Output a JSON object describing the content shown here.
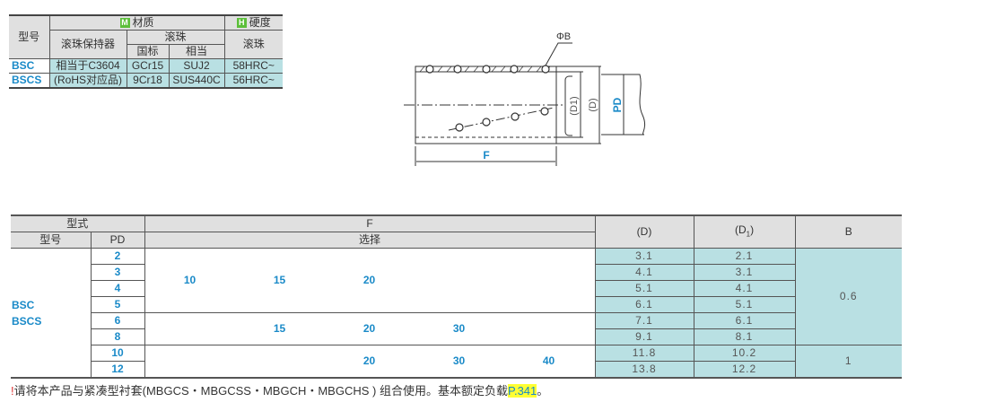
{
  "spec_table": {
    "h_model": "型号",
    "h_material": "材质",
    "material_tag": "M",
    "h_hardness": "硬度",
    "hardness_tag": "H",
    "h_retainer": "滚珠保持器",
    "h_ball": "滚珠",
    "h_gb": "国标",
    "h_equiv": "相当",
    "h_ball_hard": "滚珠",
    "rows": [
      {
        "model": "BSC",
        "retainer": "相当于C3604",
        "gb": "GCr15",
        "equiv": "SUJ2",
        "hardness": "58HRC~"
      },
      {
        "model": "BSCS",
        "retainer": "(RoHS对应品)",
        "gb": "9Cr18",
        "equiv": "SUS440C",
        "hardness": "56HRC~"
      }
    ],
    "colors": {
      "material_tag": "#5cbf3a",
      "hardness_tag": "#5cbf3a"
    }
  },
  "diagram": {
    "phi_b": "ΦB",
    "d1": "(D1)",
    "d": "(D)",
    "pd": "PD",
    "f": "F"
  },
  "main_table": {
    "h_type": "型式",
    "h_model": "型号",
    "h_pd": "PD",
    "h_f": "F",
    "h_select": "选择",
    "h_d": "(D)",
    "h_d1": "(D",
    "h_d1_sub": "1",
    "h_d1_close": ")",
    "h_b": "B",
    "models": [
      "BSC",
      "BSCS"
    ],
    "groups": [
      {
        "f_slots": [
          "10",
          "15",
          "20",
          "",
          ""
        ],
        "b": "0.6",
        "rows": [
          {
            "pd": "2",
            "d": "3.1",
            "d1": "2.1"
          },
          {
            "pd": "3",
            "d": "4.1",
            "d1": "3.1"
          },
          {
            "pd": "4",
            "d": "5.1",
            "d1": "4.1"
          },
          {
            "pd": "5",
            "d": "6.1",
            "d1": "5.1"
          }
        ]
      },
      {
        "f_slots": [
          "",
          "15",
          "20",
          "30",
          ""
        ],
        "rows": [
          {
            "pd": "6",
            "d": "7.1",
            "d1": "6.1"
          },
          {
            "pd": "8",
            "d": "9.1",
            "d1": "8.1"
          }
        ]
      },
      {
        "f_slots": [
          "",
          "",
          "20",
          "30",
          "40"
        ],
        "b": "1",
        "rows": [
          {
            "pd": "10",
            "d": "11.8",
            "d1": "10.2"
          },
          {
            "pd": "12",
            "d": "13.8",
            "d1": "12.2"
          }
        ]
      }
    ]
  },
  "note": {
    "icon": "!",
    "text": "请将本产品与紧凑型衬套(MBGCS・MBGCSS・MBGCH・MBGCHS ) 组合使用。基本额定负载",
    "link": "P.341",
    "end": "。"
  }
}
